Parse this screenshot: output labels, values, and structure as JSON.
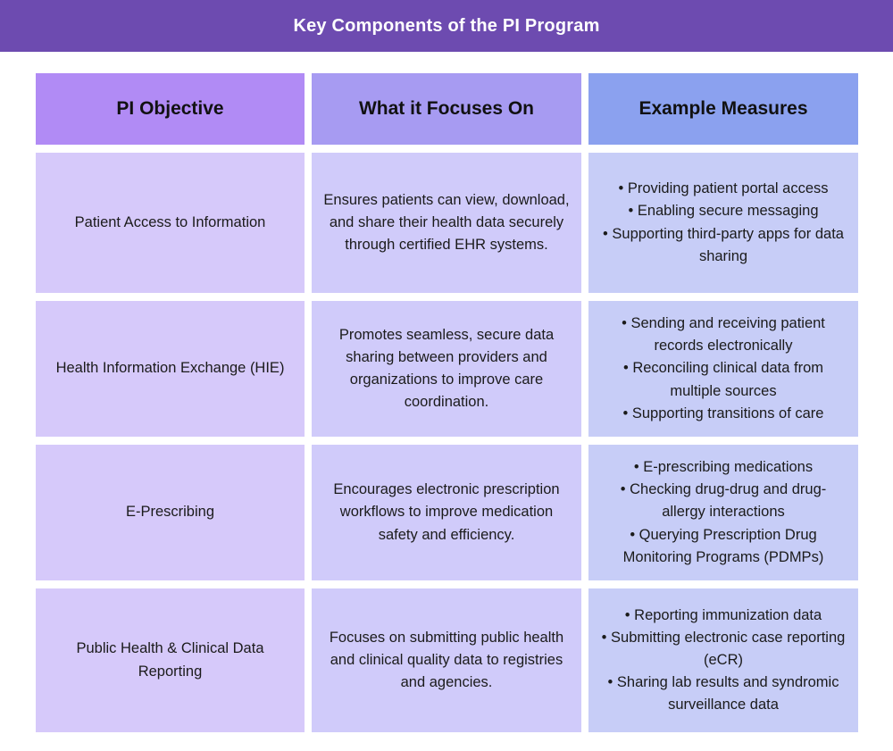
{
  "header": {
    "title": "Key Components of the PI Program",
    "background_color": "#6d4bb0",
    "text_color": "#ffffff"
  },
  "table": {
    "columns": [
      {
        "label": "PI Objective",
        "header_color": "#b18bf5",
        "cell_color": "#d6c9fa"
      },
      {
        "label": "What it Focuses On",
        "header_color": "#a79bf2",
        "cell_color": "#d0cbfa"
      },
      {
        "label": "Example Measures",
        "header_color": "#8ba1ef",
        "cell_color": "#c7cdf7"
      }
    ],
    "rows": [
      {
        "objective": "Patient Access to Information",
        "focus": "Ensures patients can view, download, and share their health data securely through certified EHR systems.",
        "measures": [
          "• Providing patient portal access",
          "• Enabling secure messaging",
          "• Supporting third-party apps for data sharing"
        ]
      },
      {
        "objective": "Health Information Exchange (HIE)",
        "focus": "Promotes seamless, secure data sharing between providers and organizations to improve care coordination.",
        "measures": [
          "• Sending and receiving patient records electronically",
          "• Reconciling clinical data from multiple sources",
          "• Supporting transitions of care"
        ]
      },
      {
        "objective": "E-Prescribing",
        "focus": "Encourages electronic prescription workflows to improve medication safety and efficiency.",
        "measures": [
          "• E-prescribing medications",
          "• Checking drug-drug and drug-allergy interactions",
          "• Querying Prescription Drug Monitoring Programs (PDMPs)"
        ]
      },
      {
        "objective": "Public Health & Clinical Data Reporting",
        "focus": "Focuses on submitting public health and clinical quality data to registries and agencies.",
        "measures": [
          "• Reporting immunization data",
          "• Submitting electronic case reporting (eCR)",
          "• Sharing lab results and syndromic surveillance data"
        ]
      }
    ]
  }
}
